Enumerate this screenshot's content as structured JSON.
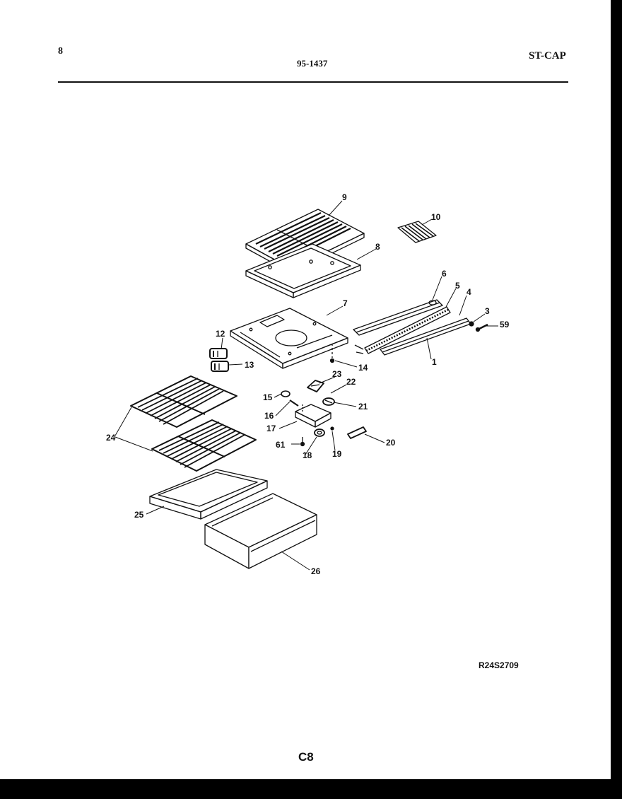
{
  "header": {
    "page_number": "8",
    "model": "95-1437",
    "section": "ST-CAP"
  },
  "diagram_code": "R24S2709",
  "page_code": "C8",
  "callouts": {
    "c1": "1",
    "c3": "3",
    "c4": "4",
    "c5": "5",
    "c6": "6",
    "c7": "7",
    "c8": "8",
    "c9": "9",
    "c10": "10",
    "c12": "12",
    "c13": "13",
    "c14": "14",
    "c15": "15",
    "c16": "16",
    "c17": "17",
    "c18": "18",
    "c19": "19",
    "c20": "20",
    "c21": "21",
    "c22": "22",
    "c23": "23",
    "c24": "24",
    "c25": "25",
    "c26": "26",
    "c59": "59",
    "c61": "61"
  }
}
